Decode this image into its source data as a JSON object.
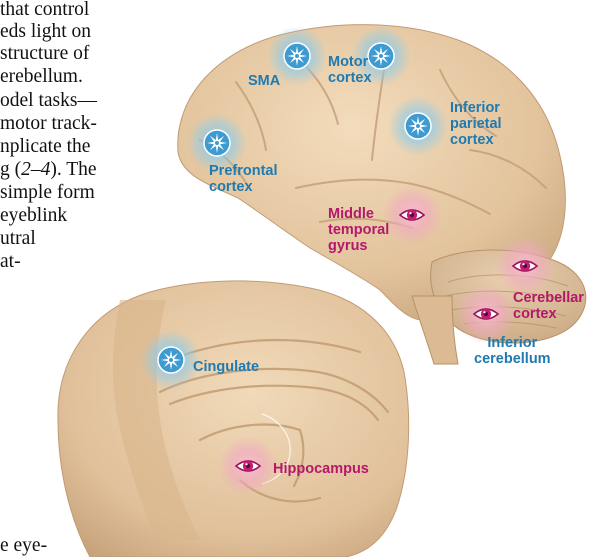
{
  "article_lines": [
    " that control",
    "eds light on",
    "structure of",
    "erebellum.",
    "odel tasks—",
    "motor track-",
    "nplicate the",
    "g (2–4). The",
    "simple form",
    "eyeblink",
    "utral",
    "at-",
    "e eye-"
  ],
  "legend_icons": {
    "compass": "compass-icon",
    "eye": "eye-icon"
  },
  "colors": {
    "compass_label": "#1e7ab0",
    "eye_label": "#b5176b",
    "brain_tissue": "#e7c9a3"
  },
  "labels": {
    "sma": "SMA",
    "motor_cortex": "Motor\ncortex",
    "inferior_parietal": "Inferior\nparietal\ncortex",
    "prefrontal": "Prefrontal\ncortex",
    "middle_temporal": "Middle\ntemporal\ngyrus",
    "cerebellar_cortex": "Cerebellar\ncortex",
    "inferior_cerebellum": "Inferior\ncerebellum",
    "cingulate": "Cingulate",
    "hippocampus": "Hippocampus"
  }
}
